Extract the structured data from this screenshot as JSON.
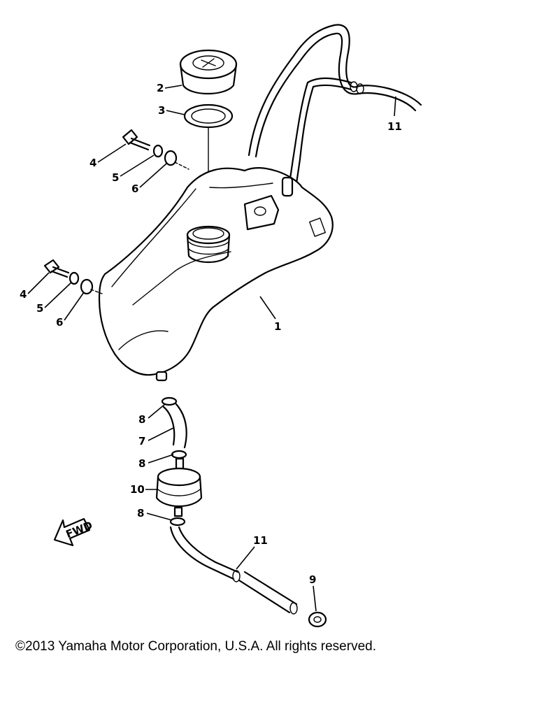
{
  "diagram": {
    "callouts": {
      "tank": "1",
      "cap": "2",
      "cap_gasket": "3",
      "bolt_upper": "4",
      "washer_upper": "5",
      "damper_upper": "6",
      "bolt_lower": "4",
      "washer_lower": "5",
      "damper_lower": "6",
      "fuel_hose": "7",
      "clip_top": "8",
      "clip_mid": "8",
      "clip_bottom": "8",
      "hose_clamp": "9",
      "fuel_filter": "10",
      "breather_hose": "11",
      "fuel_pipe_lower": "11"
    },
    "direction_label": "FWD"
  },
  "copyright": "©2013 Yamaha Motor Corporation, U.S.A. All rights reserved."
}
